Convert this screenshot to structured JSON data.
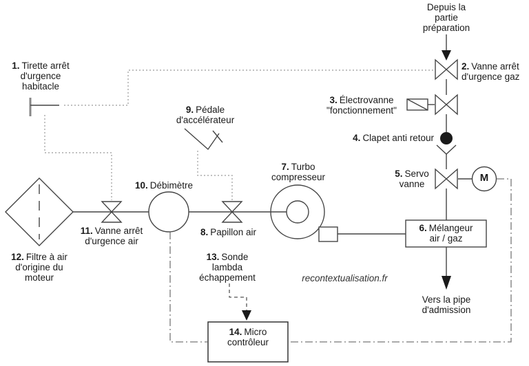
{
  "colors": {
    "background": "#ffffff",
    "line": "#444444",
    "text": "#1a1a1a",
    "dotted_line": "#999999",
    "dashdot_line": "#777777"
  },
  "flow": {
    "source_label": "Depuis la\npartie\npréparation",
    "destination_label": "Vers la pipe\nd'admission"
  },
  "watermark": "recontextualisation.fr",
  "motor_label": "M",
  "components": [
    {
      "num": "1.",
      "label": "Tirette arrêt\nd'urgence\nhabitacle"
    },
    {
      "num": "2.",
      "label": "Vanne arrêt\nd'urgence gaz"
    },
    {
      "num": "3.",
      "label": "Électrovanne\n\"fonctionnement\""
    },
    {
      "num": "4.",
      "label": "Clapet anti retour"
    },
    {
      "num": "5.",
      "label": "Servo\nvanne"
    },
    {
      "num": "6.",
      "label": "Mélangeur\nair / gaz"
    },
    {
      "num": "7.",
      "label": "Turbo\ncompresseur"
    },
    {
      "num": "8.",
      "label": "Papillon air"
    },
    {
      "num": "9.",
      "label": "Pédale\nd'accélérateur"
    },
    {
      "num": "10.",
      "label": "Débimètre"
    },
    {
      "num": "11.",
      "label": "Vanne arrêt\nd'urgence air"
    },
    {
      "num": "12.",
      "label": "Filtre à air\nd'origine du\nmoteur"
    },
    {
      "num": "13.",
      "label": "Sonde\nlambda\néchappement"
    },
    {
      "num": "14.",
      "label": "Micro\ncontrôleur"
    }
  ]
}
